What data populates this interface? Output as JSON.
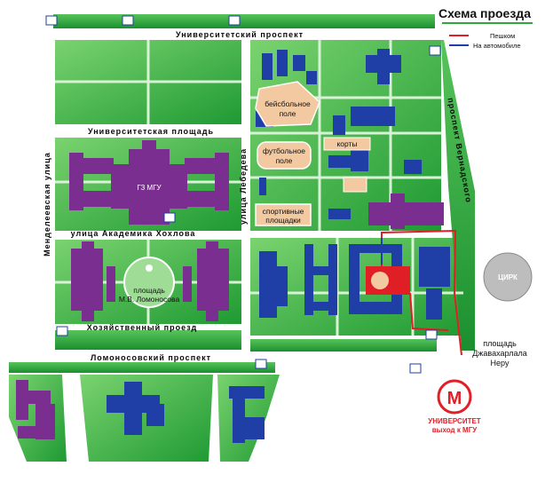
{
  "title": "Схема проезда",
  "legend": {
    "walk_label": "Пешком",
    "car_label": "На автомобиле",
    "walk_color": "#e01e25",
    "car_color": "#1f3fa6"
  },
  "streets": {
    "universitetsky_prospekt": "Университетский проспект",
    "universitetskaya_ploshchad": "Университетская площадь",
    "ulitsa_lebedeva": "улица Лебедева",
    "mendeleevskaya": "Менделеевская улица",
    "akademika_khokhlova": "улица Академика Хохлова",
    "khozyaystvenny_proezd": "Хозяйственный проезд",
    "lomonosovsky_prospekt": "Ломоносовский проспект",
    "vernadskogo": "проспект Вернадского"
  },
  "places": {
    "gz_mgu": "ГЗ МГУ",
    "ploshchad_lomonosova_1": "площадь",
    "ploshchad_lomonosova_2": "М.В. Ломоносова",
    "baseball_1": "бейсбольное",
    "baseball_2": "поле",
    "football_1": "футбольное",
    "football_2": "поле",
    "courts": "корты",
    "sport_1": "спортивные",
    "sport_2": "площадки",
    "circus": "ЦИРК",
    "nehru_1": "площадь",
    "nehru_2": "Джавахарлала",
    "nehru_3": "Неру"
  },
  "metro": {
    "letter": "М",
    "station": "УНИВЕРСИТЕТ",
    "exit": "выход к МГУ",
    "color": "#e21e26"
  },
  "colors": {
    "grass": "#2fa83a",
    "grass_light": "#6fd06a",
    "road": "#d8f0d8",
    "purple": "#7a2e90",
    "blue": "#1f3fa6",
    "sand": "#f2c9a0",
    "red_building": "#e01e25"
  }
}
